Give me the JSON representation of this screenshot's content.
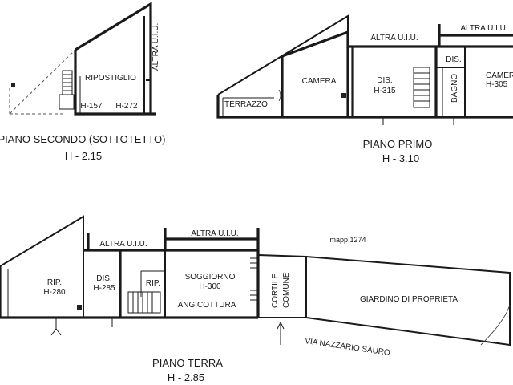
{
  "floors": {
    "secondo": {
      "title": "PIANO SECONDO (SOTTOTETTO)",
      "height": "H - 2.15",
      "rooms": {
        "ripostiglio": "RIPOSTIGLIO",
        "h1": "H-157",
        "h2": "H-272",
        "altra": "ALTRA U.I.U."
      }
    },
    "primo": {
      "title": "PIANO PRIMO",
      "height": "H - 3.10",
      "rooms": {
        "terrazzo": "TERRAZZO",
        "camera1": "CAMERA",
        "dis": "DIS.",
        "dis_h": "H-315",
        "dis2": "DIS.",
        "bagno": "BAGNO",
        "camera2": "CAMER",
        "camera2_h": "H-305",
        "altra1": "ALTRA U.I.U.",
        "altra2": "ALTRA U.I.U."
      }
    },
    "terra": {
      "title": "PIANO TERRA",
      "height": "H - 2.85",
      "rooms": {
        "rip": "RIP.",
        "rip_h": "H-280",
        "dis": "DIS.",
        "dis_h": "H-285",
        "rip2": "RIP.",
        "soggiorno": "SOGGIORNO",
        "soggiorno_h": "H-300",
        "cottura": "ANG.COTTURA",
        "cortile": "CORTILE COMUNE",
        "cortile_a": "CORTILE",
        "cortile_b": "COMUNE",
        "giardino": "GIARDINO DI PROPRIETA",
        "altra1": "ALTRA U.I.U.",
        "altra2": "ALTRA U.I.U.",
        "mapp": "mapp.1274",
        "via": "VIA NAZZARIO SAURO"
      }
    }
  }
}
